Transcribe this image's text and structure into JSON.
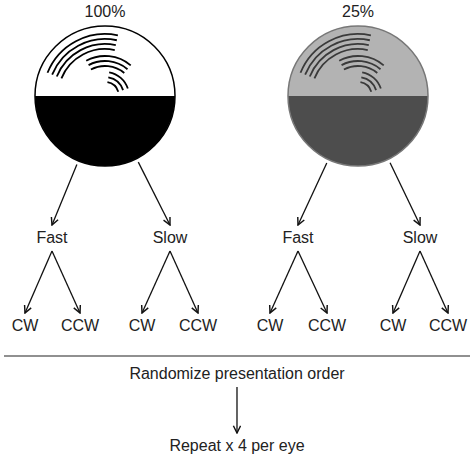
{
  "diagram": {
    "nodes": [
      {
        "text": [
          "100%"
        ]
      },
      {
        "text": [
          "25%"
        ]
      },
      {
        "text": [
          "Fast"
        ]
      },
      {
        "text": [
          "Slow"
        ]
      },
      {
        "text": [
          "Fast"
        ]
      },
      {
        "text": [
          "Slow"
        ]
      },
      {
        "text": [
          "CW"
        ]
      },
      {
        "text": [
          "CCW"
        ]
      },
      {
        "text": [
          "CW"
        ]
      },
      {
        "text": [
          "CCW"
        ]
      },
      {
        "text": [
          "CW"
        ]
      },
      {
        "text": [
          "CCW"
        ]
      },
      {
        "text": [
          "CW"
        ]
      },
      {
        "text": [
          "CCW"
        ]
      },
      {
        "text": [
          "Randomize presentation order"
        ]
      },
      {
        "text": [
          "Repeat x 4 per eye"
        ]
      }
    ],
    "edges": [
      {
        "from": 0,
        "to": 2,
        "arrow": "to"
      },
      {
        "from": 0,
        "to": 3,
        "arrow": "to"
      },
      {
        "from": 1,
        "to": 4,
        "arrow": "to"
      },
      {
        "from": 1,
        "to": 5,
        "arrow": "to"
      },
      {
        "from": 2,
        "to": 6,
        "arrow": "to"
      },
      {
        "from": 2,
        "to": 7,
        "arrow": "to"
      },
      {
        "from": 3,
        "to": 8,
        "arrow": "to"
      },
      {
        "from": 3,
        "to": 9,
        "arrow": "to"
      },
      {
        "from": 4,
        "to": 10,
        "arrow": "to"
      },
      {
        "from": 4,
        "to": 11,
        "arrow": "to"
      },
      {
        "from": 5,
        "to": 12,
        "arrow": "to"
      },
      {
        "from": 5,
        "to": 13,
        "arrow": "to"
      },
      {
        "from": 14,
        "to": 15,
        "arrow": "to"
      }
    ]
  }
}
